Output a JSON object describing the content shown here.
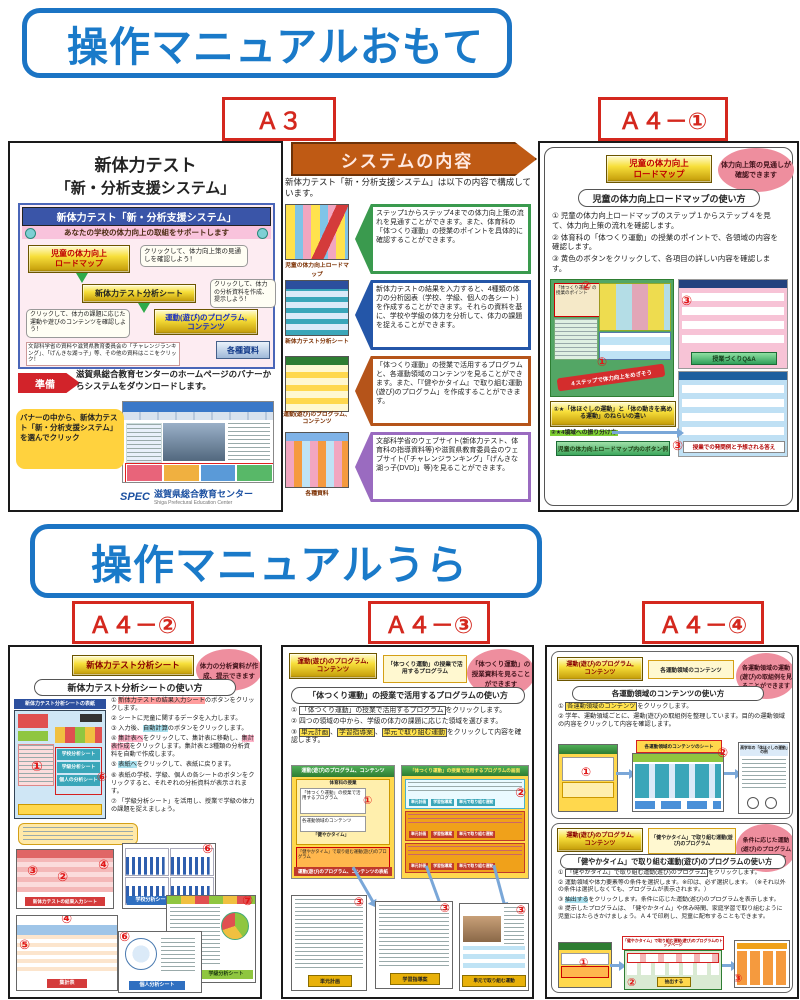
{
  "front": {
    "title": "操作マニュアルおもて",
    "label_a3": "Ａ３",
    "label_a4_1": "Ａ４－①"
  },
  "back": {
    "title": "操作マニュアルうら",
    "label_a4_2": "Ａ４－②",
    "label_a4_3": "Ａ４－③",
    "label_a4_4": "Ａ４－④"
  },
  "colors": {
    "title_blue": "#1a7ac9",
    "label_red": "#d4281e",
    "header_orange": "#bf5a14",
    "poster_navy": "#3a55a8",
    "row_green": "#3a9a4e",
    "row_blue": "#2456a8",
    "row_brown": "#b5541a",
    "row_purple": "#9a6bc0"
  },
  "a3_left": {
    "title_line1": "新体力テスト",
    "title_line2": "「新・分析支援システム」",
    "poster": {
      "header": "新体力テスト「新・分析支援システム」",
      "support_banner": "あなたの学校の体力向上の取組をサポートします",
      "btn_roadmap_l1": "児童の体力向上",
      "btn_roadmap_l2": "ロードマップ",
      "btn_analysis": "新体力テスト分析シート",
      "btn_program_l1": "運動(遊び)のプログラム,",
      "btn_program_l2": "コンテンツ",
      "btn_docs": "各種資料",
      "bubble_roadmap": "クリックして、体力向上策の見通しを確認しよう！",
      "bubble_analysis": "クリックして、体力の分析資料を作成、提示しよう！",
      "bubble_program": "クリックして、体力の課題に応じた運動や遊びのコンテンツを確認しよう！",
      "docs_note": "文部科学省の資料や滋賀県教育委員会の「チャレンジランキング」、「げんきな湖っ子」等、その他の資料はここをクリック！"
    },
    "prep_label": "準備",
    "prep_text": "滋賀県総合教育センターのホームページのバナーからシステムをダウンロードします。",
    "banner_bubble": "バナーの中から、新体力テスト「新・分析支援システム」を選んでクリック",
    "logo_spec": "SPEC",
    "logo_jp": "滋賀県総合教育センター",
    "logo_en": "Shiga Prefectural Education Center"
  },
  "system": {
    "header": "システムの内容",
    "intro": "新体力テスト「新・分析支援システム」は以下の内容で構成しています。",
    "rows": [
      {
        "caption": "児童の体力向上ロードマップ",
        "color": "#3a9a4e",
        "text": "ステップ1からステップ4までの体力向上策の流れを見通すことができます。また、体育科の「体つくり運動」の授業のポイントを具体的に確認することができます。"
      },
      {
        "caption": "新体力テスト分析シート",
        "color": "#2456a8",
        "text": "新体力テストの結果を入力すると、4種類の体力の分析図表（学校、学級、個人の各シート）を作成することができます。それらの資料を基に、学校や学級の体力を分析して、体力の課題を捉えることができます。"
      },
      {
        "caption": "運動(遊び)のプログラム、コンテンツ",
        "color": "#b5541a",
        "text": "「体つくり運動」の授業で活用するプログラムと、各運動領域のコンテンツを見ることができます。また、「『健やかタイム』で取り組む運動(遊び)のプログラム」を作成することができます。"
      },
      {
        "caption": "各種資料",
        "color": "#9a6bc0",
        "text": "文部科学省のウェブサイト(新体力テスト、体育科の指導資料等)や滋賀県教育委員会のウェブサイト(「チャレンジランキング」「げんきな湖っ子(DVD)」等)を見ることができます。"
      }
    ]
  },
  "a4_1": {
    "btn_l1": "児童の体力向上",
    "btn_l2": "ロードマップ",
    "balloon": "体力向上策の見通しが確認できます",
    "howto_title": "児童の体力向上ロードマップの使い方",
    "steps": [
      "① 児童の体力向上ロードマップのステップ１からステップ４を見て、体力向上策の流れを確認します。",
      "② 体育科の「体つくり運動」の授業のポイントで、各領域の内容を確認します。",
      "③ 黄色のボタンをクリックして、各項目の詳しい内容を確認します。"
    ],
    "roadmap_point": "「体つくり運動」の授業のポイント",
    "ribbon": "４ステップで体力向上をめざそう",
    "qa_button": "授業づくりQ&A",
    "qa_caption": "授業での発問例と予想される答え",
    "bar_yellow": "①★「体ほぐしの運動」と「体の動きを高める運動」のねらいの違い",
    "bar_green_link": "②★4領域への振り分け方",
    "bar_green_btn": "児童の体力向上ロードマップ内のボタン例",
    "marks": {
      "m1": "①",
      "m2": "②",
      "m3": "③"
    }
  },
  "a4_2": {
    "btn": "新体力テスト分析シート",
    "balloon": "体力の分析資料が作成、提示できます",
    "howto_title": "新体力テスト分析シートの使い方",
    "sheet_caption": "新体力テスト分析シートの表紙",
    "sheet_buttons": [
      "学校分析シート",
      "学級分析シート",
      "個人の分析シート"
    ],
    "steps_rich": [
      [
        {
          "t": "① "
        },
        {
          "t": "新体力テストの結果入力シート",
          "bg": "#ff9d9d"
        },
        {
          "t": "のボタンをクリックします。"
        }
      ],
      [
        {
          "t": "② シートに児童に関するデータを入力します。"
        }
      ],
      [
        {
          "t": "③ 入力後、"
        },
        {
          "t": "自動計算",
          "bg": "#a8e0ee"
        },
        {
          "t": "のボタンをクリックします。"
        }
      ],
      [
        {
          "t": "④ "
        },
        {
          "t": "集計表へ",
          "bg": "#ffb3c8"
        },
        {
          "t": "をクリックして、集計表に移動し、"
        },
        {
          "t": "集計表作成",
          "bg": "#ffb3c8"
        },
        {
          "t": "をクリックします。集計表と3種類の分析資料を自動で作成します。"
        }
      ],
      [
        {
          "t": "⑤ "
        },
        {
          "t": "表紙へ",
          "bg": "#a8e0ee"
        },
        {
          "t": "をクリックして、表紙に戻ります。"
        }
      ],
      [
        {
          "t": "⑥ 表紙の学校、学級、個人の各シートのボタンをクリックすると、それぞれの分析資料が表示されます。"
        }
      ],
      [
        {
          "t": "⑦ 「学級分析シート」を活用し、授業で学級の体力の課題を捉えましょう。"
        }
      ]
    ],
    "cap_input": "新体力テストの結果入力シート",
    "cap_summary": "集計表",
    "cap_school": "学校分析シート",
    "cap_class": "学級分析シート",
    "cap_personal": "個人分析シート",
    "marks": {
      "m1": "①",
      "m2": "②",
      "m3": "③",
      "m4": "④",
      "m5": "⑤",
      "m6": "⑥",
      "m7": "⑦"
    }
  },
  "a4_3": {
    "btn_l1": "運動(遊び)のプログラム,",
    "btn_l2": "コンテンツ",
    "top_box": "「体つくり運動」の授業で活用するプログラム",
    "balloon": "「体つくり運動」の授業資料を見ることができます",
    "howto_title": "「体つくり運動」の授業で活用するプログラムの使い方",
    "steps_rich": [
      [
        {
          "t": "① "
        },
        {
          "t": "「体つくり運動」の授業で活用するプログラム",
          "box": true
        },
        {
          "t": "をクリックします。"
        }
      ],
      [
        {
          "t": "② 四つの領域の中から、学級の体力の課題に応じた領域を選びます。"
        }
      ],
      [
        {
          "t": "③ "
        },
        {
          "t": "単元計画",
          "bg": "#ffe24d",
          "box": true
        },
        {
          "t": "、"
        },
        {
          "t": "学習指導案",
          "bg": "#ffe24d",
          "box": true
        },
        {
          "t": "、"
        },
        {
          "t": "単元で取り組む運動",
          "bg": "#ffe24d",
          "box": true
        },
        {
          "t": "をクリックして内容を確認します。"
        }
      ]
    ],
    "left_panel": {
      "header": "運動(遊び)のプログラム、コンテンツ",
      "label_taiiku": "体育科の授業",
      "box1": "「体つくり運動」の授業で活用するプログラム",
      "box2": "各運動領域のコンテンツ",
      "label_sukoyaka": "「健やかタイム」",
      "box3": "「健やかタイム」で取り組む運動(遊び)のプログラム",
      "caption": "運動(遊び)のプログラム、コンテンツの表紙"
    },
    "right_panel": {
      "header": "「体つくり運動」の授業で活用するプログラムの画面",
      "chips": [
        "単元計画",
        "学習指導案",
        "単元で取り組む運動"
      ]
    },
    "doc_captions": [
      "単元計画",
      "学習指導案",
      "単元で取り組む運動"
    ],
    "marks": {
      "m1": "①",
      "m2": "②",
      "m3": "③"
    }
  },
  "a4_4": {
    "block_a": {
      "btn_l1": "運動(遊び)のプログラム,",
      "btn_l2": "コンテンツ",
      "top_box": "各運動領域のコンテンツ",
      "balloon": "各運動領域の運動(遊び)の取組例を見ることができます",
      "howto_title": "各運動領域のコンテンツの使い方",
      "steps_rich": [
        [
          {
            "t": "① "
          },
          {
            "t": "各運動領域のコンテンツ",
            "bg": "#ffe24d",
            "box": true
          },
          {
            "t": "をクリックします。"
          }
        ],
        [
          {
            "t": "② 学年、運動領域ごとに、運動(遊び)の取組例を整理しています。目的の運動領域の内容をクリックして内容を確認します。"
          }
        ]
      ],
      "sheet_caption": "各運動領域のコンテンツのシート",
      "example_caption": "高学年の「体ほぐしの運動」の例"
    },
    "block_b": {
      "btn_l1": "運動(遊び)のプログラム,",
      "btn_l2": "コンテンツ",
      "top_box": "「健やかタイム」で取り組む運動(遊び)のプログラム",
      "balloon": "条件に応じた運動(遊び)のプログラムを作成できます",
      "howto_title": "「健やかタイム」で取り組む運動(遊び)のプログラムの使い方",
      "steps_rich": [
        [
          {
            "t": "① "
          },
          {
            "t": "「健やかタイム」で取り組む運動(遊び)のプログラム",
            "box": true
          },
          {
            "t": "をクリックします。"
          }
        ],
        [
          {
            "t": "② 運動領域や体力要素等の条件を選択します。※印は、必ず選択します。（※それ以外の条件は選択しなくても、プログラムが表示されます。）"
          }
        ],
        [
          {
            "t": "③ "
          },
          {
            "t": "抽出する",
            "bg": "#a8e0ee"
          },
          {
            "t": "をクリックします。条件に応じた運動(遊び)のプログラムを表示します。"
          }
        ],
        [
          {
            "t": "④ 提示したプログラムは、「健やかタイム」や休み時間、家庭学習で取り組むように児童にはたらきかけましょう。Ａ４で印刷し、児童に配布することもできます。"
          }
        ]
      ],
      "top_caption": "「健やかタイム」で取り組む運動(遊び)のプログラムのトップページ",
      "extract_btn": "抽出する"
    },
    "marks": {
      "m1": "①",
      "m2": "②",
      "m3": "③"
    }
  }
}
